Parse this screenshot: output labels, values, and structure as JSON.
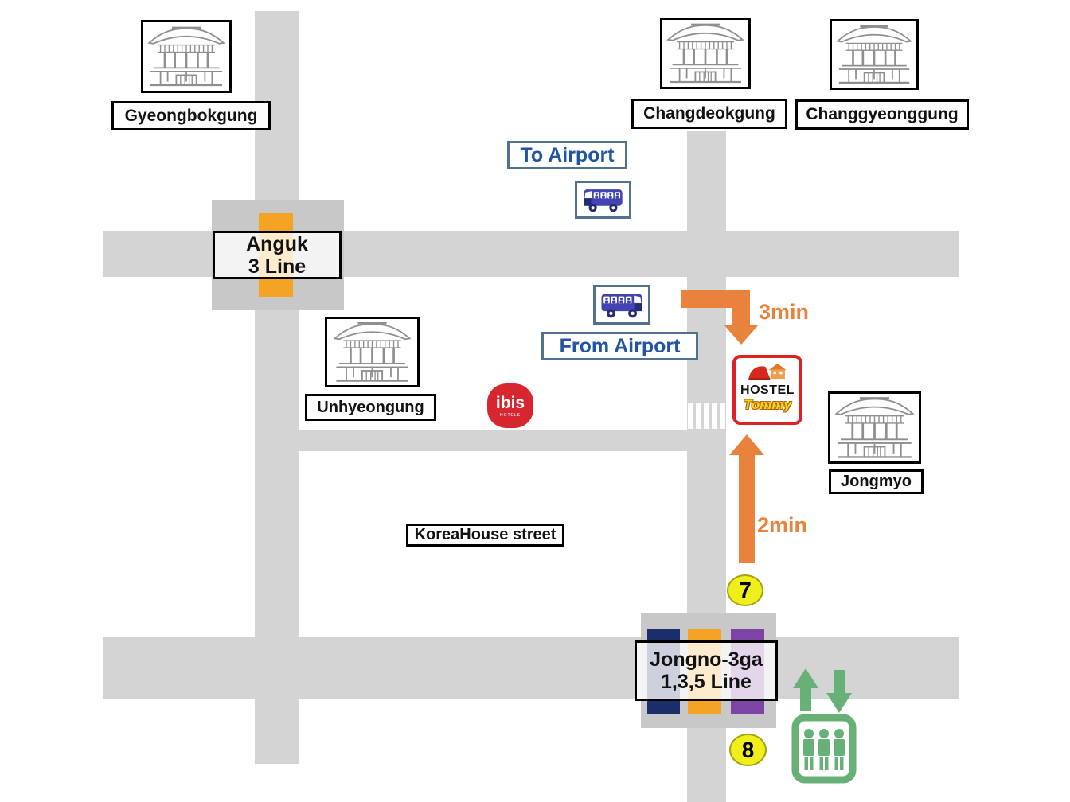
{
  "colors": {
    "road": "#d4d4d4",
    "intersection": "#c8c8c8",
    "line1": "#1b2d6b",
    "line3": "#f5a323",
    "line5": "#7e44a5",
    "arrow": "#e8823c",
    "blue": "#2155a3",
    "slate": "#51718e",
    "red": "#dd2222",
    "green": "#67b077",
    "yellow": "#f0ef1c",
    "ibis": "#d62731",
    "bus": "#4244b4",
    "busdark": "#262a77"
  },
  "landmarks": {
    "gyeongbokgung": "Gyeongbokgung",
    "changdeokgung": "Changdeokgung",
    "changgyeonggung": "Changgyeonggung",
    "unhyeongung": "Unhyeongung",
    "jongmyo": "Jongmyo",
    "koreahouse_street": "KoreaHouse street"
  },
  "stations": {
    "anguk": {
      "name": "Anguk",
      "line": "3 Line"
    },
    "jongno3ga": {
      "name": "Jongno-3ga",
      "line": "1,3,5 Line"
    }
  },
  "airport_bus": {
    "to": "To Airport",
    "from": "From Airport"
  },
  "walk": {
    "from_bus_stop": "3min",
    "from_station": "2min"
  },
  "exits": {
    "north": "7",
    "south": "8"
  },
  "hostel": {
    "name": "HOSTEL",
    "brand": "Tommy"
  },
  "ibis": {
    "name": "ibis",
    "sub": "HOTELS"
  },
  "icons": {
    "palace": "palace-building-icon",
    "bus": "airport-bus-icon",
    "elevator": "elevator-icon",
    "house": "hostel-house-icon",
    "crosswalk": "crosswalk-stripes"
  }
}
